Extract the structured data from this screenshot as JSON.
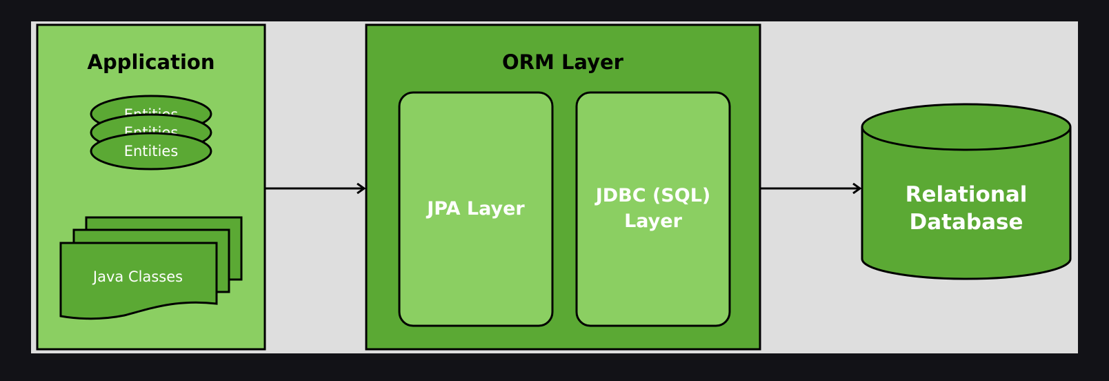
{
  "diagram": {
    "application": {
      "title": "Application",
      "entities_label": "Entities",
      "classes_label": "Java Classes"
    },
    "orm_layer": {
      "title": "ORM Layer",
      "jpa_label": "JPA Layer",
      "jdbc_line1": "JDBC (SQL)",
      "jdbc_line2": "Layer"
    },
    "database": {
      "line1": "Relational",
      "line2": "Database"
    }
  },
  "colors": {
    "page_background": "#121217",
    "canvas_background": "#dedede",
    "light_green": "#8bcf62",
    "dark_green": "#5ba934",
    "outline": "#000000",
    "label_text": "#ffffff"
  }
}
